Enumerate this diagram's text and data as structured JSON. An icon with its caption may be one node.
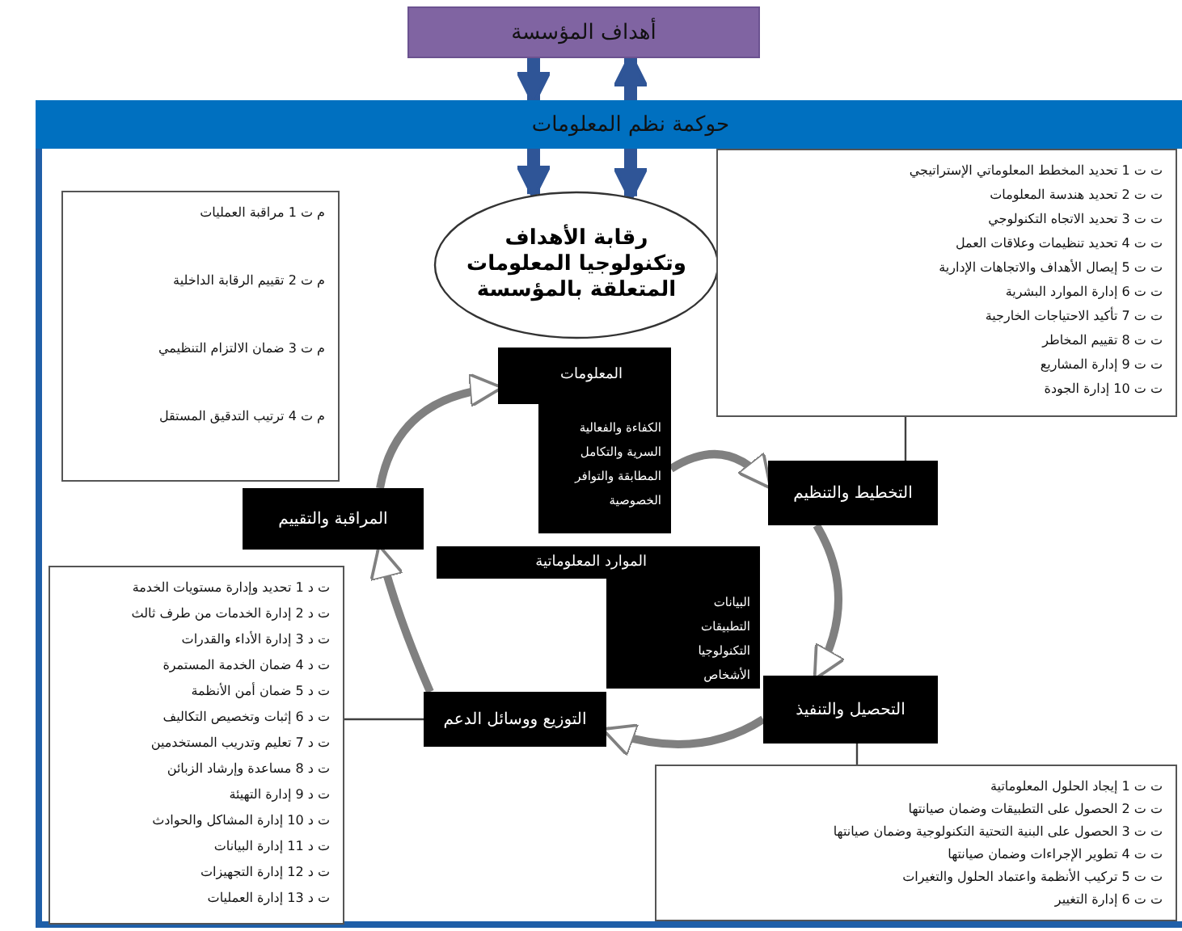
{
  "diagram": {
    "nodes": [
      {
        "text": [
          "أهداف المؤسسة"
        ]
      },
      {
        "text": [
          "حوكمة نظم المعلومات"
        ]
      },
      {
        "text": [
          "م ت 1 مراقبة العمليات",
          "م ت 2 تقييم الرقابة الداخلية",
          "م ت 3 ضمان الالتزام التنظيمي",
          "م ت 4 ترتيب التدقيق المستقل"
        ]
      },
      {
        "text": [
          "رقابة الأهداف وتكنولوجيا المعلومات المتعلقة بالمؤسسة"
        ]
      },
      {
        "text": [
          "ت ت 1 تحديد المخطط المعلوماتي الإستراتيجي",
          "ت ت 2 تحديد هندسة المعلومات",
          "ت ت 3 تحديد الاتجاه التكنولوجي",
          "ت ت 4 تحديد تنظيمات وعلاقات العمل",
          "ت ت 5 إيصال الأهداف والاتجاهات الإدارية",
          "ت ت 6 إدارة الموارد البشرية",
          "ت ت 7 تأكيد الاحتياجات الخارجية",
          "ت ت 8 تقييم المخاطر",
          "ت ت 9 إدارة المشاريع",
          "ت ت 10 إدارة الجودة"
        ]
      },
      {
        "text": [
          "المعلومات",
          "الكفاءة والفعالية",
          "السرية والتكامل",
          "المطابقة والتوافر",
          "الخصوصية"
        ]
      },
      {
        "text": [
          "التخطيط والتنظيم"
        ]
      },
      {
        "text": [
          "المراقبة والتقييم"
        ]
      },
      {
        "text": [
          "الموارد المعلوماتية",
          "البيانات",
          "التطبيقات",
          "التكنولوجيا",
          "الأشخاص"
        ]
      },
      {
        "text": [
          "ت د 1 تحديد وإدارة مستويات الخدمة",
          "ت د 2 إدارة الخدمات من طرف ثالث",
          "ت د 3 إدارة الأداء والقدرات",
          "ت د 4 ضمان الخدمة المستمرة",
          "ت د 5 ضمان أمن الأنظمة",
          "ت د 6 إثبات وتخصيص التكاليف",
          "ت د 7 تعليم وتدريب المستخدمين",
          "ت د 8 مساعدة وإرشاد الزبائن",
          "ت د 9 إدارة التهيئة",
          "ت د 10 إدارة المشاكل والحوادث",
          "ت د 11 إدارة البيانات",
          "ت د 12 إدارة التجهيزات",
          "ت د 13 إدارة العمليات"
        ]
      },
      {
        "text": [
          "التوزيع ووسائل الدعم"
        ]
      },
      {
        "text": [
          "التحصيل والتنفيذ"
        ]
      },
      {
        "text": [
          "ت ت 1 إيجاد الحلول المعلوماتية",
          "ت ت 2 الحصول على التطبيقات وضمان صيانتها",
          "ت ت 3 الحصول على البنية التحتية التكنولوجية وضمان صيانتها",
          "ت ت 4 تطوير الإجراءات وضمان صيانتها",
          "ت ت 5 تركيب الأنظمة واعتماد الحلول والتغيرات",
          "ت ت 6 إدارة التغيير"
        ]
      }
    ],
    "edges": [
      {
        "from": 0,
        "to": 1,
        "arrow": "to",
        "color": "#2f5597"
      },
      {
        "from": 1,
        "to": 0,
        "arrow": "to",
        "color": "#2f5597"
      },
      {
        "from": 1,
        "to": 3,
        "arrow": "to",
        "color": "#2f5597"
      },
      {
        "from": 1,
        "to": 3,
        "arrow": "to",
        "color": "#2f5597"
      },
      {
        "from": 7,
        "to": 5,
        "arrow": "to"
      },
      {
        "from": 5,
        "to": 6,
        "arrow": "to"
      },
      {
        "from": 6,
        "to": 11,
        "arrow": "to"
      },
      {
        "from": 11,
        "to": 10,
        "arrow": "to"
      },
      {
        "from": 10,
        "to": 7,
        "arrow": "to"
      },
      {
        "from": 4,
        "to": 6,
        "arrow": "none",
        "color": "#404040"
      },
      {
        "from": 11,
        "to": 12,
        "arrow": "none",
        "color": "#404040"
      },
      {
        "from": 9,
        "to": 10,
        "arrow": "none",
        "color": "#404040"
      }
    ]
  }
}
